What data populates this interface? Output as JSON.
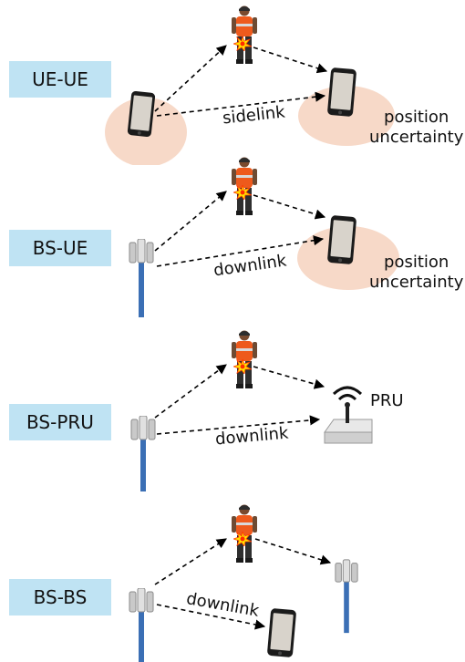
{
  "scenarios": [
    {
      "label": "UE-UE",
      "link_label": "sidelink",
      "uncertainty_line1": "position",
      "uncertainty_line2": "uncertainty"
    },
    {
      "label": "BS-UE",
      "link_label": "downlink",
      "uncertainty_line1": "position",
      "uncertainty_line2": "uncertainty"
    },
    {
      "label": "BS-PRU",
      "link_label": "downlink",
      "node_label": "PRU"
    },
    {
      "label": "BS-BS",
      "link_label": "downlink"
    }
  ],
  "colors": {
    "label_box": "#bfe3f3",
    "uncertainty_ellipse": "#f7d9c8",
    "tower_pole": "#3b6fb5",
    "worker_vest": "#ee5a1c",
    "reflection_star": "#ffe600"
  },
  "icons": [
    "worker-icon",
    "phone-icon",
    "base-station-icon",
    "pru-router-icon",
    "reflection-star-icon"
  ]
}
